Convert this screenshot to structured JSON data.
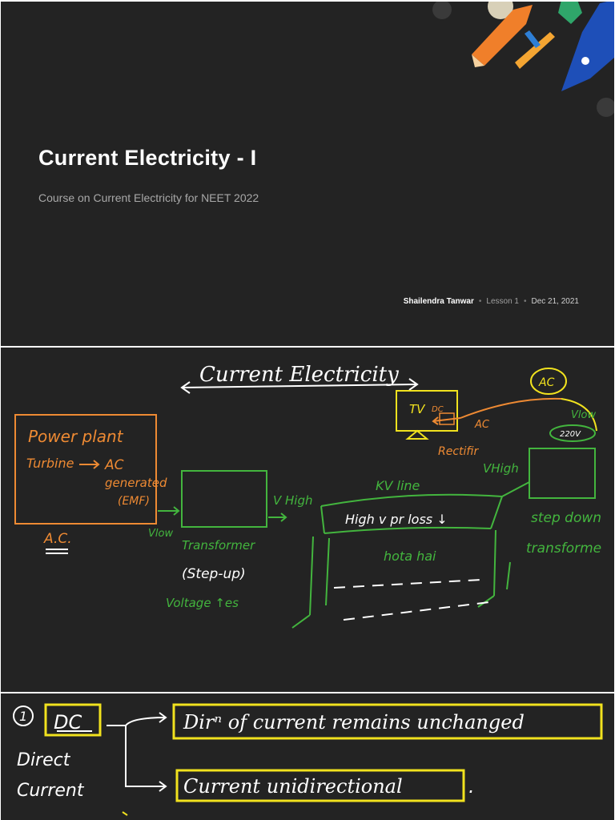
{
  "cover": {
    "title": "Current Electricity - I",
    "subtitle": "Course on Current Electricity for NEET 2022",
    "author": "Shailendra Tanwar",
    "lesson": "Lesson 1",
    "date": "Dec 21, 2021",
    "separator": "•",
    "decoration_icons": [
      "pencil-icon",
      "pen-nib-icon",
      "ribbon-icon"
    ]
  },
  "notes1": {
    "heading": "Current Electricity",
    "power_plant": "Power plant",
    "turbine": "Turbine",
    "ac_arrow": "AC",
    "generated": "generated",
    "emf": "(EMF)",
    "ac_label": "A.C.",
    "vlow_left": "Vlow",
    "transformer": "Transformer",
    "step_up": "(Step-up)",
    "voltage_inc": "Voltage ↑es",
    "v_high": "V High",
    "kv_line": "KV line",
    "high_v_loss": "High v pr loss ↓",
    "hota_hai": "hota hai",
    "vhigh_right": "VHigh",
    "step_down": "step down",
    "transformer_right": "transforme",
    "tv": "TV",
    "dc_small": "DC",
    "ac_small": "AC",
    "rectifier": "Rectifir",
    "ac_circle": "AC",
    "v220": "220V",
    "vlow_right": "Vlow"
  },
  "notes2": {
    "num": "1",
    "dc": "DC",
    "direct": "Direct",
    "current": "Current",
    "line1": "Dirⁿ of current remains unchanged",
    "line2": "Current unidirectional",
    "period": "."
  },
  "colors": {
    "slide_bg": "#232323",
    "orange": "#ee8a33",
    "green": "#43b53e",
    "yellow": "#f1e21e",
    "white": "#ffffff"
  }
}
